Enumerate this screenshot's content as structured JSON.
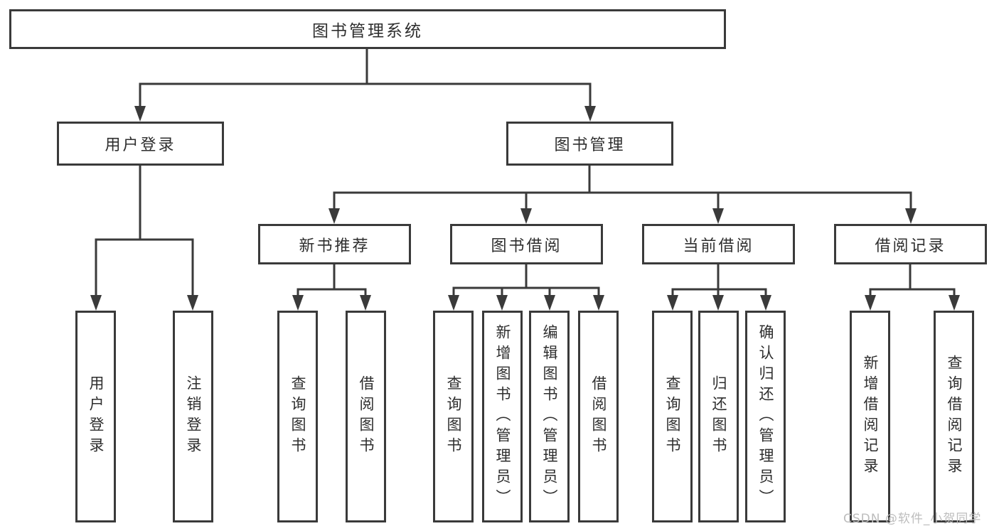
{
  "diagram": {
    "root": "图书管理系统",
    "branches": [
      {
        "label": "用户登录",
        "children": [
          "用户登录",
          "注销登录"
        ]
      },
      {
        "label": "图书管理",
        "children": [
          {
            "label": "新书推荐",
            "children": [
              "查询图书",
              "借阅图书"
            ]
          },
          {
            "label": "图书借阅",
            "children": [
              "查询图书",
              "新增图书（管理员）",
              "编辑图书（管理员）",
              "借阅图书"
            ]
          },
          {
            "label": "当前借阅",
            "children": [
              "查询图书",
              "归还图书",
              "确认归还（管理员）"
            ]
          },
          {
            "label": "借阅记录",
            "children": [
              "新增借阅记录",
              "查询借阅记录"
            ]
          }
        ]
      }
    ]
  },
  "colors": {
    "line": "#3a3a3a",
    "text": "#2e2e2e",
    "watermark": "#bdbdbd"
  },
  "watermark": {
    "text": "CSDN @软件_小贺同学"
  }
}
